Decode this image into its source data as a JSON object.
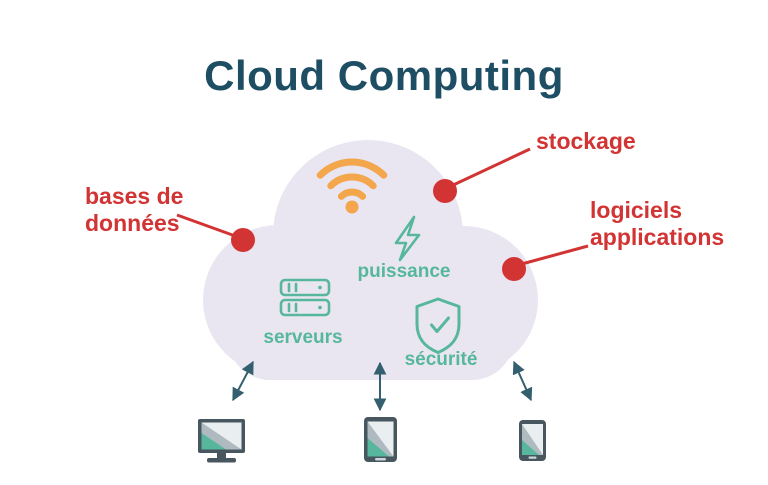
{
  "title": "Cloud Computing",
  "callouts": {
    "bases": {
      "label": "bases de données"
    },
    "stockage": {
      "label": "stockage"
    },
    "logiciels": {
      "label": "logiciels applications"
    }
  },
  "cloud_labels": {
    "puissance": "puissance",
    "serveurs": "serveurs",
    "securite": "sécurité"
  },
  "icons": {
    "inside_cloud": [
      "wifi-icon",
      "lightning-bolt-icon",
      "server-stack-icon",
      "shield-check-icon"
    ],
    "devices": [
      "desktop-monitor-icon",
      "tablet-icon",
      "smartphone-icon"
    ]
  },
  "colors": {
    "title": "#1e4e63",
    "red_accent": "#d23333",
    "teal_accent": "#56b79d",
    "orange_accent": "#f3a64c",
    "cloud_fill": "#e9e6f2",
    "arrow": "#335f6e",
    "device_frame": "#47565f"
  }
}
